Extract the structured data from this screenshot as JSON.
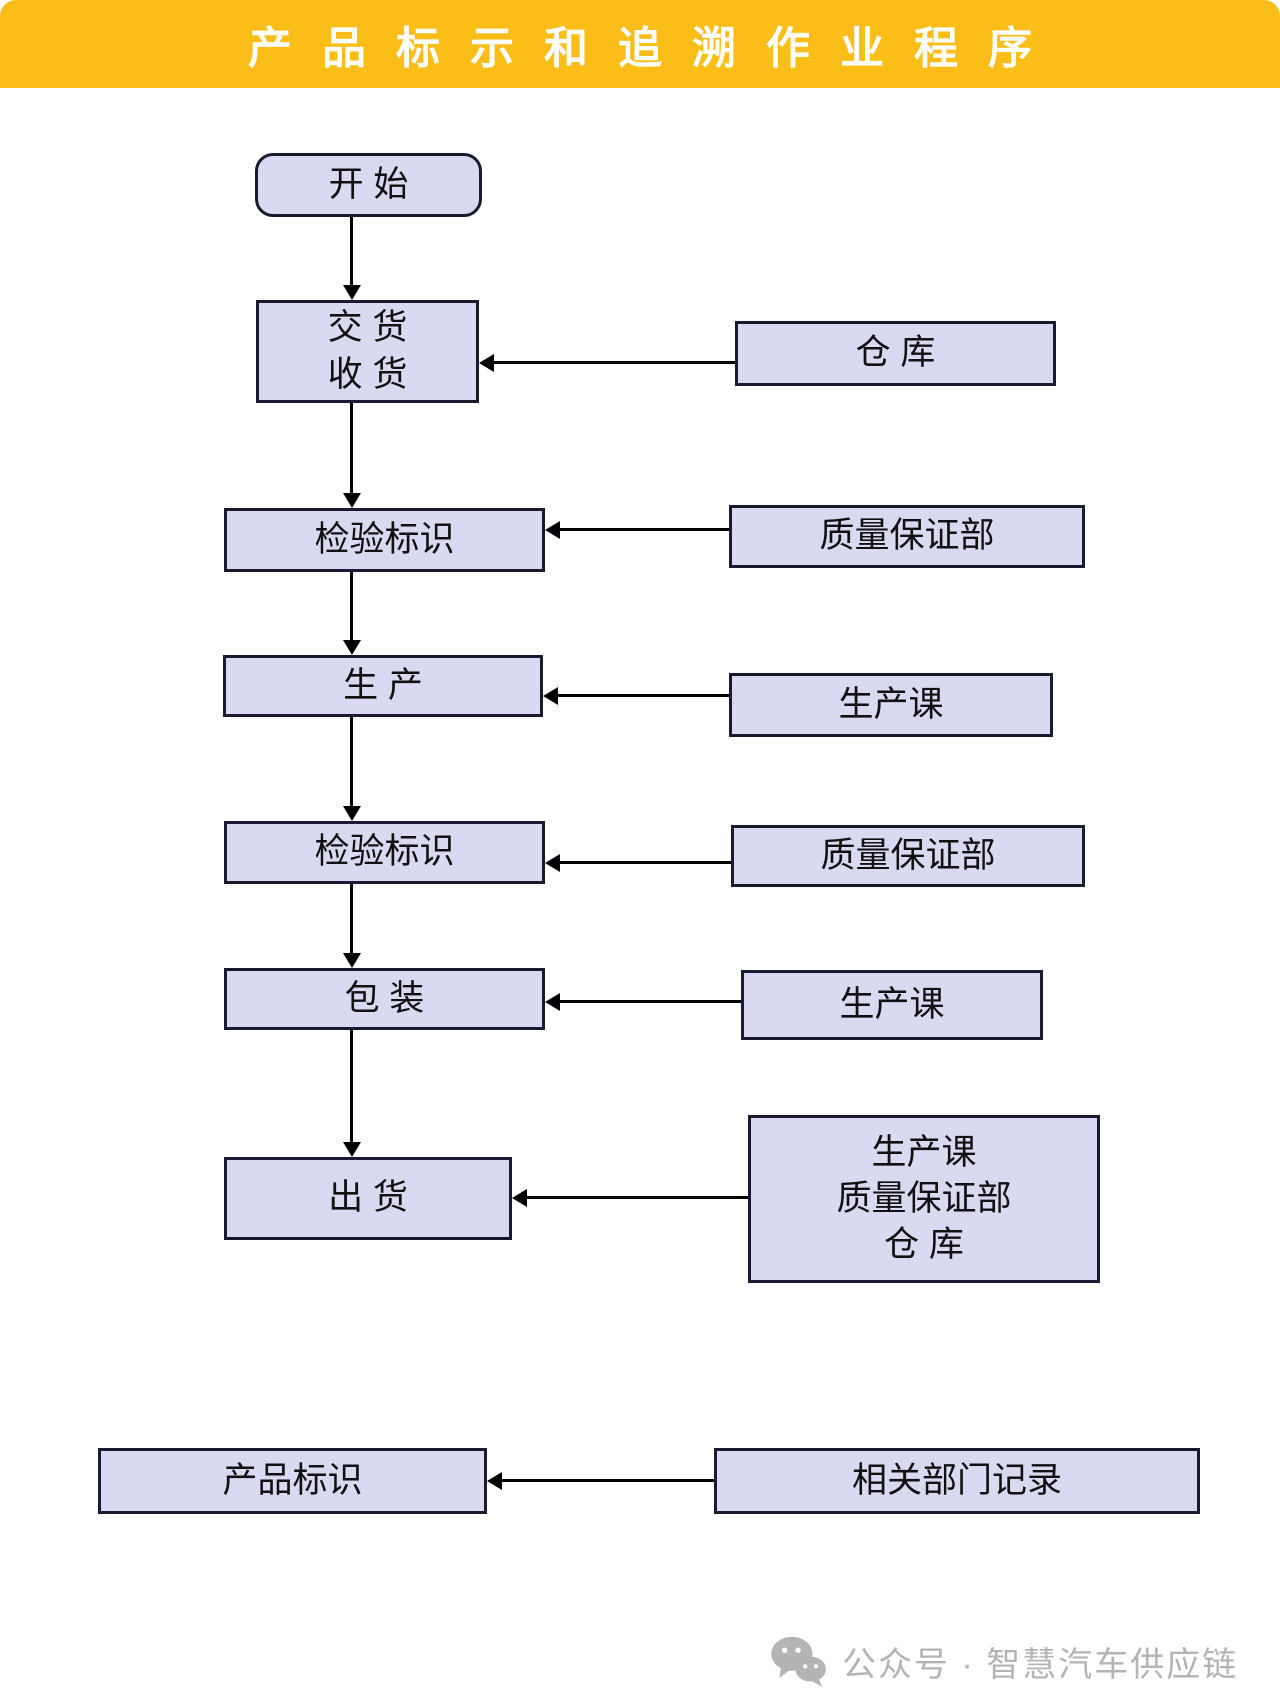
{
  "title": {
    "text": "产品标示和追溯作业程序"
  },
  "colors": {
    "banner": "#fbbe18",
    "box_fill": "#d9d9f2",
    "box_border": "#1a1a30",
    "arrow": "#000000",
    "label": "#111111",
    "footer_gray": "#b4b4b4",
    "page_bg": "#ffffff"
  },
  "nodes": {
    "start": {
      "label": "开 始"
    },
    "delivery": {
      "lines": [
        "交 货",
        "收 货"
      ]
    },
    "warehouse": {
      "label": "仓  库"
    },
    "inspect1": {
      "label": "检验标识"
    },
    "qa1": {
      "label": "质量保证部"
    },
    "production": {
      "label": "生  产"
    },
    "prod_section1": {
      "label": "生产课"
    },
    "inspect2": {
      "label": "检验标识"
    },
    "qa2": {
      "label": "质量保证部"
    },
    "packaging": {
      "label": "包 装"
    },
    "prod_section2": {
      "label": "生产课"
    },
    "shipping": {
      "label": "出 货"
    },
    "multi_dept": {
      "lines": [
        "生产课",
        "质量保证部",
        "仓  库"
      ]
    },
    "product_id": {
      "label": "产品标识"
    },
    "records": {
      "label": "相关部门记录"
    }
  },
  "footer": {
    "text": "公众号 · 智慧汽车供应链"
  }
}
